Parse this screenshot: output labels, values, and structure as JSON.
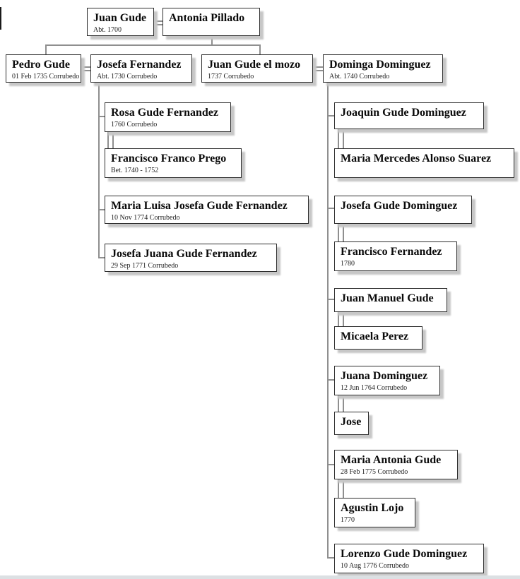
{
  "chart_type": "family-tree",
  "colors": {
    "box_background": "#ffffff",
    "box_border": "#2e2e2e",
    "box_shadow": "#c7c7c7",
    "connector_line": "#8f8f8f",
    "footer_strip": "#dce0e3"
  },
  "nodes": [
    {
      "id": "juan-gude",
      "name": "Juan Gude",
      "detail": "Abt. 1700"
    },
    {
      "id": "antonia-pillado",
      "name": "Antonia Pillado",
      "detail": ""
    },
    {
      "id": "pedro-gude",
      "name": "Pedro Gude",
      "detail": "01 Feb 1735 Corrubedo"
    },
    {
      "id": "josefa-fernandez",
      "name": "Josefa Fernandez",
      "detail": "Abt. 1730 Corrubedo"
    },
    {
      "id": "juan-gude-el-mozo",
      "name": "Juan Gude el mozo",
      "detail": "1737 Corrubedo"
    },
    {
      "id": "dominga-dominguez",
      "name": "Dominga Dominguez",
      "detail": "Abt. 1740 Corrubedo"
    },
    {
      "id": "rosa-gude-fernandez",
      "name": "Rosa Gude Fernandez",
      "detail": "1760 Corrubedo"
    },
    {
      "id": "francisco-franco-prego",
      "name": "Francisco Franco Prego",
      "detail": "Bet. 1740 - 1752"
    },
    {
      "id": "maria-luisa-josefa",
      "name": "Maria Luisa Josefa Gude Fernandez",
      "detail": "10 Nov 1774 Corrubedo"
    },
    {
      "id": "josefa-juana",
      "name": "Josefa Juana Gude Fernandez",
      "detail": "29 Sep 1771 Corrubedo"
    },
    {
      "id": "joaquin-gude-dominguez",
      "name": "Joaquin Gude Dominguez",
      "detail": ""
    },
    {
      "id": "maria-mercedes",
      "name": "Maria Mercedes Alonso Suarez",
      "detail": ""
    },
    {
      "id": "josefa-gude-dominguez",
      "name": "Josefa Gude Dominguez",
      "detail": ""
    },
    {
      "id": "francisco-fernandez",
      "name": "Francisco Fernandez",
      "detail": "1780"
    },
    {
      "id": "juan-manuel-gude",
      "name": "Juan Manuel Gude",
      "detail": ""
    },
    {
      "id": "micaela-perez",
      "name": "Micaela Perez",
      "detail": ""
    },
    {
      "id": "juana-dominguez",
      "name": "Juana Dominguez",
      "detail": "12 Jun 1764 Corrubedo"
    },
    {
      "id": "jose",
      "name": "Jose",
      "detail": ""
    },
    {
      "id": "maria-antonia-gude",
      "name": "Maria Antonia Gude",
      "detail": "28 Feb 1775 Corrubedo"
    },
    {
      "id": "agustin-lojo",
      "name": "Agustin Lojo",
      "detail": "1770"
    },
    {
      "id": "lorenzo-gude-dominguez",
      "name": "Lorenzo Gude Dominguez",
      "detail": "10 Aug 1776 Corrubedo"
    }
  ],
  "unions": [
    {
      "a": "Juan Gude",
      "b": "Antonia Pillado"
    },
    {
      "a": "Pedro Gude",
      "b": "Josefa Fernandez"
    },
    {
      "a": "Juan Gude el mozo",
      "b": "Dominga Dominguez"
    },
    {
      "a": "Rosa Gude Fernandez",
      "b": "Francisco Franco Prego"
    },
    {
      "a": "Joaquin Gude Dominguez",
      "b": "Maria Mercedes Alonso Suarez"
    },
    {
      "a": "Josefa Gude Dominguez",
      "b": "Francisco Fernandez"
    },
    {
      "a": "Juan Manuel Gude",
      "b": "Micaela Perez"
    },
    {
      "a": "Juana Dominguez",
      "b": "Jose"
    },
    {
      "a": "Maria Antonia Gude",
      "b": "Agustin Lojo"
    }
  ]
}
